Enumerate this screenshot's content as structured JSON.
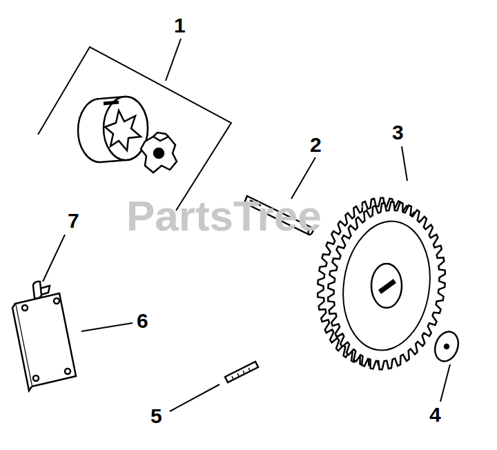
{
  "diagram": {
    "labels": [
      "1",
      "2",
      "3",
      "PartsTree",
      "™",
      "7",
      "6",
      "5",
      "4"
    ]
  }
}
